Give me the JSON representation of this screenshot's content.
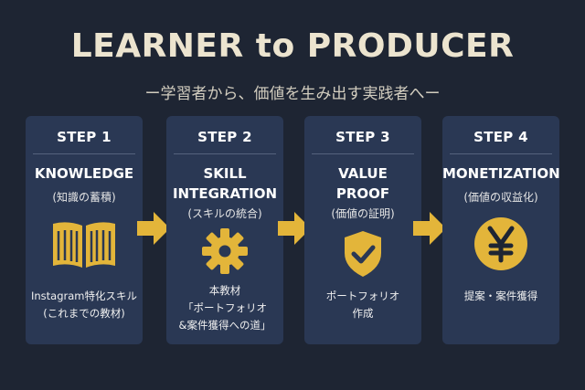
{
  "header": {
    "title": "LEARNER to PRODUCER",
    "subtitle": "ー学習者から、価値を生み出す実践者へー"
  },
  "colors": {
    "background": "#1e2533",
    "card": "#2a3854",
    "accent": "#e3b53a"
  },
  "steps": [
    {
      "step": "STEP 1",
      "title_lines": [
        "KNOWLEDGE"
      ],
      "subtitle": "(知識の蓄積)",
      "icon": "book-icon",
      "desc_lines": [
        "Instagram特化スキル",
        "(これまでの教材)"
      ]
    },
    {
      "step": "STEP 2",
      "title_lines": [
        "SKILL",
        "INTEGRATION"
      ],
      "subtitle": "(スキルの統合)",
      "icon": "gear-icon",
      "desc_lines": [
        "本教材",
        "「ポートフォリオ",
        "&案件獲得への道」"
      ]
    },
    {
      "step": "STEP 3",
      "title_lines": [
        "VALUE",
        "PROOF"
      ],
      "subtitle": "(価値の証明)",
      "icon": "shield-check-icon",
      "desc_lines": [
        "ポートフォリオ",
        "作成"
      ]
    },
    {
      "step": "STEP 4",
      "title_lines": [
        "MONETIZATION"
      ],
      "subtitle": "(価値の収益化)",
      "icon": "yen-coin-icon",
      "desc_lines": [
        "提案・案件獲得"
      ]
    }
  ]
}
